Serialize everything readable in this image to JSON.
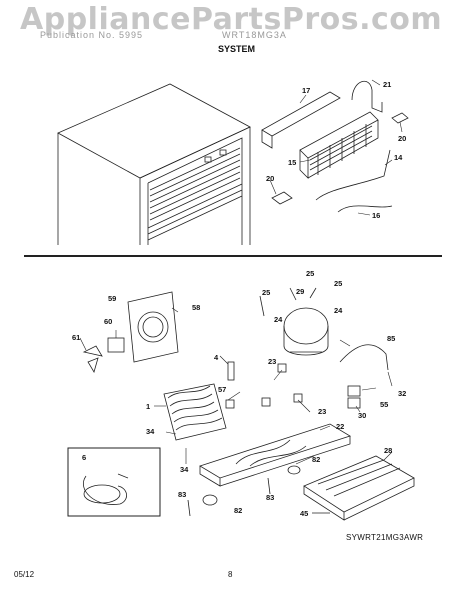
{
  "watermark": "AppliancePartsPros.com",
  "header": {
    "left_faded": "Publication No. 5995",
    "model_faded": "WRT18MG3A",
    "section_title": "SYSTEM"
  },
  "callouts": {
    "upper": {
      "c17": "17",
      "c21": "21",
      "c20": "20",
      "c15": "15",
      "c14": "14",
      "c20b": "20",
      "c16": "16"
    },
    "lower": {
      "c25a": "25",
      "c25b": "25",
      "c25c": "25",
      "c59": "59",
      "c58": "58",
      "c29": "29",
      "c24a": "24",
      "c24b": "24",
      "c60": "60",
      "c85": "85",
      "c61": "61",
      "c4": "4",
      "c23a": "23",
      "c57": "57",
      "c55": "55",
      "c32": "32",
      "c1": "1",
      "c30": "30",
      "c23b": "23",
      "c22": "22",
      "c34a": "34",
      "c28": "28",
      "c6": "6",
      "c34b": "34",
      "c82a": "82",
      "c83a": "83",
      "c83b": "83",
      "c82b": "82",
      "c45": "45"
    }
  },
  "model_code": "SYWRT21MG3AWR",
  "footer": {
    "date": "05/12",
    "page": "8"
  }
}
